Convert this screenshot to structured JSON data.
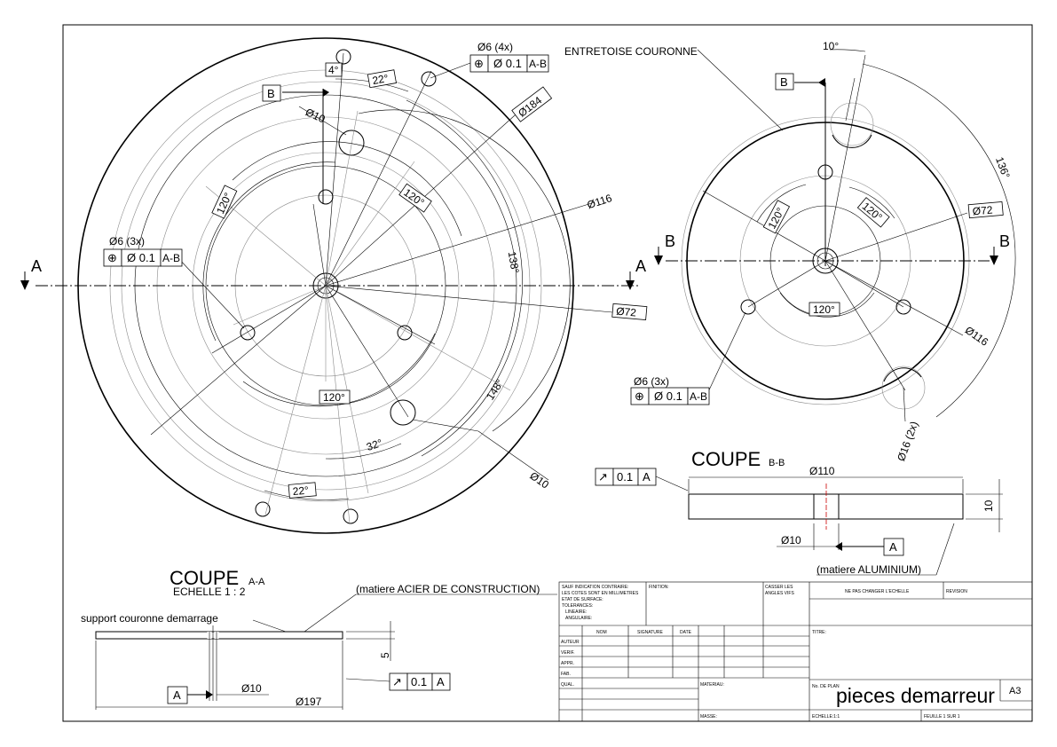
{
  "sheet": {
    "title": "pieces demarreur",
    "size": "A3"
  },
  "part_left": {
    "dims": {
      "d6_4x": "Ø6 (4x)",
      "d184": "Ø184",
      "d10a": "Ø10",
      "four_deg": "4°",
      "twentytwo_a": "22°",
      "onetwenty_a": "120°",
      "onetwenty_b": "120°",
      "onetwenty_c": "120°",
      "d116": "Ø116",
      "d6_3x": "Ø6 (3x)",
      "onethirtyeight": "138°",
      "d72": "Ø72",
      "onefortyeight": "148°",
      "thirtytwo": "32°",
      "twentytwo_b": "22°",
      "d10b": "Ø10"
    },
    "datum_b": "B",
    "fcf_pos": {
      "sym": "⊕",
      "val": "Ø 0.1",
      "ref": "A-B"
    },
    "section_letter": "A"
  },
  "part_right": {
    "label": "ENTRETOISE COURONNE",
    "dims": {
      "ten_deg": "10°",
      "onethirtysix": "136°",
      "onetwenty_a": "120°",
      "onetwenty_b": "120°",
      "onetwenty_c": "120°",
      "d72": "Ø72",
      "d116": "Ø116",
      "d6_3x": "Ø6 (3x)",
      "d16_2x": "Ø16 (2x)"
    },
    "datum_b": "B",
    "fcf_pos": {
      "sym": "⊕",
      "val": "Ø 0.1",
      "ref": "A-B"
    },
    "section_letter": "A",
    "section_b": "B"
  },
  "section_bb": {
    "title": "COUPE",
    "suffix": "B-B",
    "d110": "Ø110",
    "thick": "10",
    "d10": "Ø10",
    "datum": "A",
    "fcf": {
      "sym": "↗",
      "val": "0.1",
      "ref": "A"
    },
    "material": "(matiere ALUMINIUM)"
  },
  "section_aa": {
    "title": "COUPE",
    "suffix": "A-A",
    "scale": "ECHELLE 1 : 2",
    "material": "(matiere ACIER DE CONSTRUCTION)",
    "part_label": "support couronne demarrage",
    "thick": "5",
    "d10": "Ø10",
    "d197": "Ø197",
    "datum": "A",
    "fcf": {
      "sym": "↗",
      "val": "0.1",
      "ref": "A"
    }
  },
  "title_block": {
    "notes": [
      "SAUF INDICATION CONTRAIRE:",
      "LES COTES SONT EN MILLIMETRES",
      "ETAT DE SURFACE:",
      "TOLERANCES:",
      "LINEAIRE:",
      "ANGULAIRE:"
    ],
    "finition": "FINITION:",
    "casser": [
      "CASSER LES",
      "ANGLES VIFS"
    ],
    "ne_pas": "NE PAS CHANGER L'ECHELLE",
    "revision": "REVISION",
    "cols": [
      "NOM",
      "SIGNATURE",
      "DATE"
    ],
    "rows": [
      "AUTEUR",
      "VERIF.",
      "APPR.",
      "FAB.",
      "QUAL."
    ],
    "titre": "TITRE:",
    "materiau": "MATERIAU:",
    "no_plan": "No. DE PLAN",
    "masse": "MASSE:",
    "echelle": "ECHELLE:1:1",
    "feuille": "FEUILLE 1 SUR 1"
  }
}
